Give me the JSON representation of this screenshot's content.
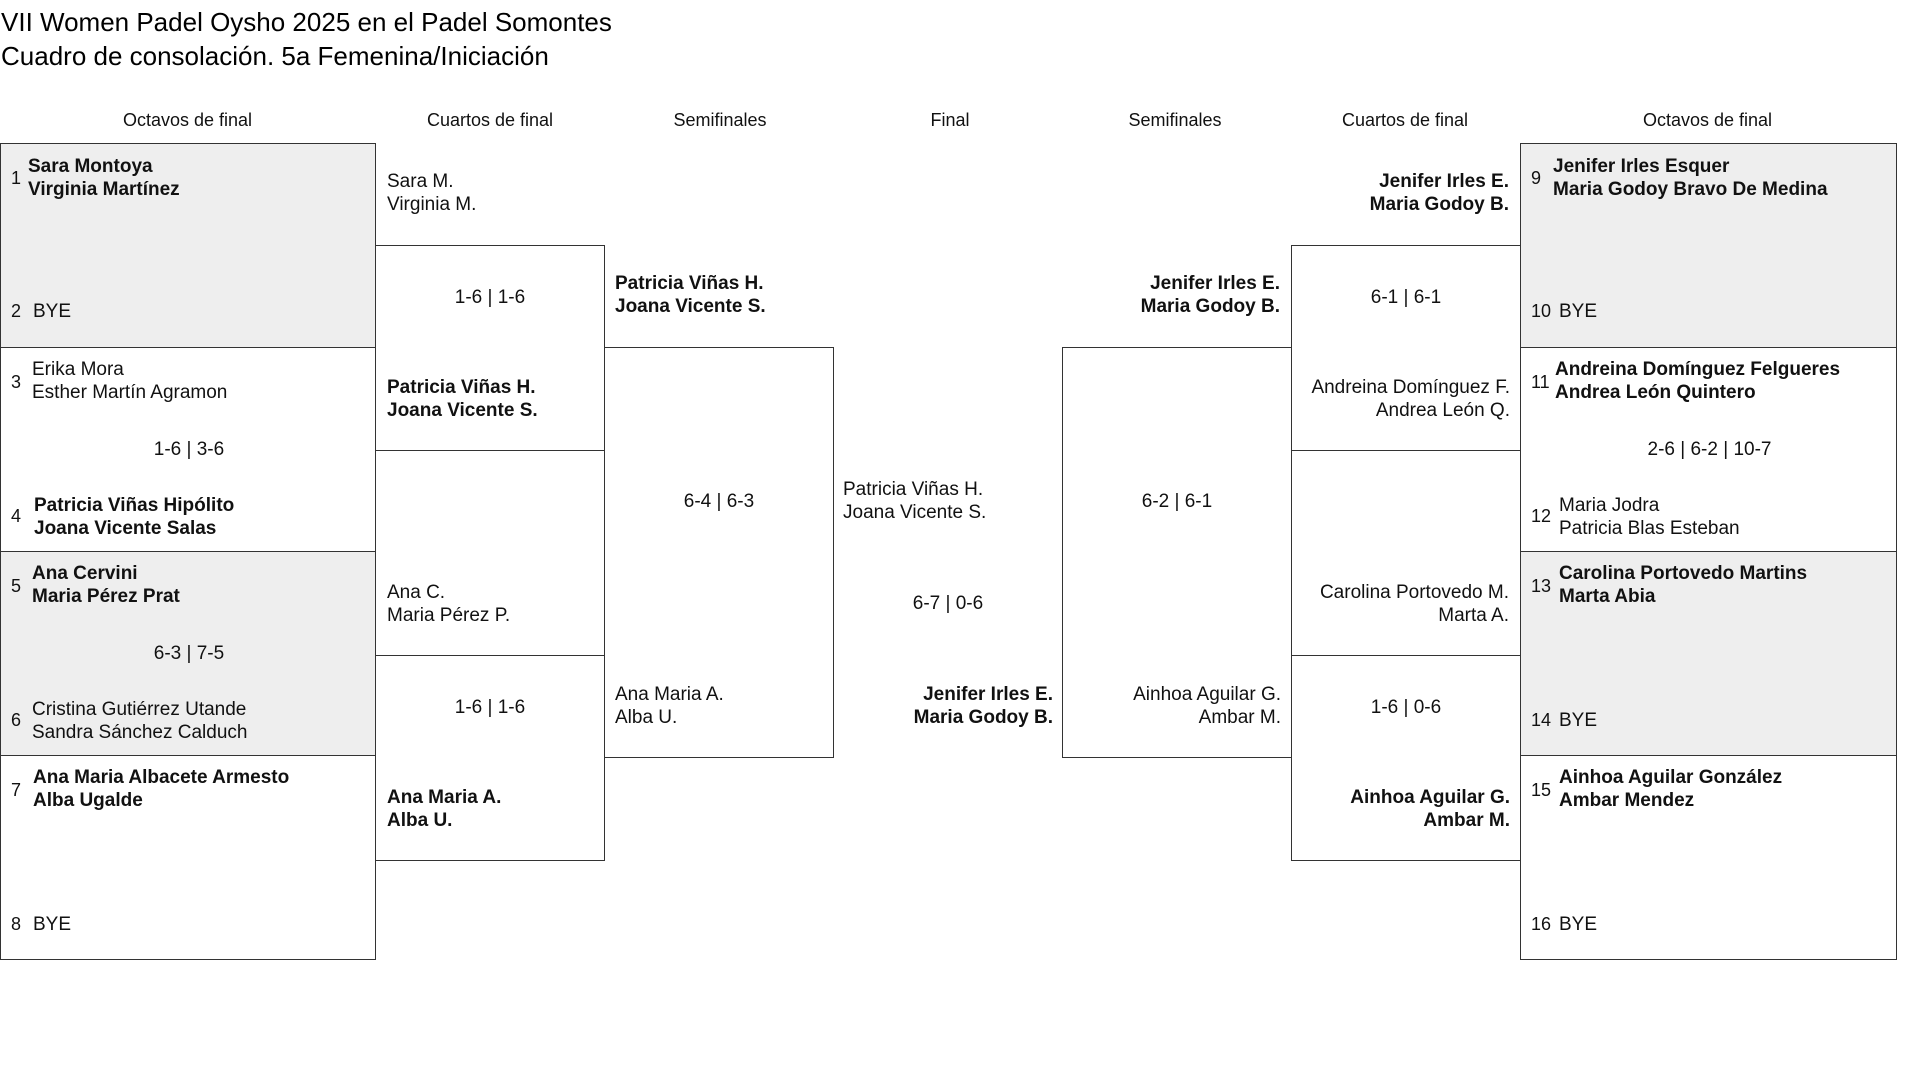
{
  "title": {
    "line1": "VII Women Padel Oysho 2025 en el Padel Somontes",
    "line2": "Cuadro de consolación. 5a Femenina/Iniciación"
  },
  "rounds": {
    "left_r16": "Octavos de final",
    "left_qf": "Cuartos de final",
    "left_sf": "Semifinales",
    "final": "Final",
    "right_sf": "Semifinales",
    "right_qf": "Cuartos de final",
    "right_r16": "Octavos de final"
  },
  "r16_left": [
    {
      "top": {
        "seed": "1",
        "p1": "Sara Montoya",
        "p2": "Virginia Martínez",
        "winner": true
      },
      "bottom": {
        "seed": "2",
        "p1": "BYE",
        "p2": "",
        "winner": false
      },
      "score": ""
    },
    {
      "top": {
        "seed": "3",
        "p1": "Erika Mora",
        "p2": "Esther Martín Agramon",
        "winner": false
      },
      "bottom": {
        "seed": "4",
        "p1": "Patricia Viñas Hipólito",
        "p2": "Joana Vicente Salas",
        "winner": true
      },
      "score": "1-6 | 3-6"
    },
    {
      "top": {
        "seed": "5",
        "p1": "Ana Cervini",
        "p2": "Maria Pérez Prat",
        "winner": true
      },
      "bottom": {
        "seed": "6",
        "p1": "Cristina Gutiérrez Utande",
        "p2": "Sandra Sánchez Calduch",
        "winner": false
      },
      "score": "6-3 | 7-5"
    },
    {
      "top": {
        "seed": "7",
        "p1": "Ana Maria Albacete Armesto",
        "p2": "Alba Ugalde",
        "winner": true
      },
      "bottom": {
        "seed": "8",
        "p1": "BYE",
        "p2": "",
        "winner": false
      },
      "score": ""
    }
  ],
  "r16_right": [
    {
      "top": {
        "seed": "9",
        "p1": "Jenifer Irles Esquer",
        "p2": "Maria Godoy Bravo De Medina",
        "winner": true
      },
      "bottom": {
        "seed": "10",
        "p1": "BYE",
        "p2": "",
        "winner": false
      },
      "score": ""
    },
    {
      "top": {
        "seed": "11",
        "p1": "Andreina Domínguez Felgueres",
        "p2": "Andrea León Quintero",
        "winner": true
      },
      "bottom": {
        "seed": "12",
        "p1": "Maria Jodra",
        "p2": "Patricia Blas Esteban",
        "winner": false
      },
      "score": "2-6 | 6-2 | 10-7"
    },
    {
      "top": {
        "seed": "13",
        "p1": "Carolina Portovedo Martins",
        "p2": "Marta Abia",
        "winner": true
      },
      "bottom": {
        "seed": "14",
        "p1": "BYE",
        "p2": "",
        "winner": false
      },
      "score": ""
    },
    {
      "top": {
        "seed": "15",
        "p1": "Ainhoa Aguilar González",
        "p2": "Ambar Mendez",
        "winner": true
      },
      "bottom": {
        "seed": "16",
        "p1": "BYE",
        "p2": "",
        "winner": false
      },
      "score": ""
    }
  ],
  "qf_left": [
    {
      "top": {
        "p1": "Sara M.",
        "p2": "Virginia M.",
        "winner": false
      },
      "bottom": {
        "p1": "Patricia Viñas H.",
        "p2": "Joana Vicente S.",
        "winner": true
      },
      "score": "1-6 | 1-6"
    },
    {
      "top": {
        "p1": "Ana C.",
        "p2": "Maria Pérez P.",
        "winner": false
      },
      "bottom": {
        "p1": "Ana Maria A.",
        "p2": "Alba U.",
        "winner": true
      },
      "score": "1-6 | 1-6"
    }
  ],
  "qf_right": [
    {
      "top": {
        "p1": "Jenifer Irles E.",
        "p2": "Maria Godoy B.",
        "winner": true
      },
      "bottom": {
        "p1": "Andreina Domínguez F.",
        "p2": "Andrea León Q.",
        "winner": false
      },
      "score": "6-1 | 6-1"
    },
    {
      "top": {
        "p1": "Carolina Portovedo M.",
        "p2": "Marta A.",
        "winner": false
      },
      "bottom": {
        "p1": "Ainhoa Aguilar G.",
        "p2": "Ambar M.",
        "winner": true
      },
      "score": "1-6 | 0-6"
    }
  ],
  "sf_left": {
    "top": {
      "p1": "Patricia Viñas H.",
      "p2": "Joana Vicente S.",
      "winner": true
    },
    "bottom": {
      "p1": "Ana Maria A.",
      "p2": "Alba U.",
      "winner": false
    },
    "score": "6-4 | 6-3"
  },
  "sf_right": {
    "top": {
      "p1": "Jenifer Irles E.",
      "p2": "Maria Godoy B.",
      "winner": true
    },
    "bottom": {
      "p1": "Ainhoa Aguilar G.",
      "p2": "Ambar M.",
      "winner": false
    },
    "score": "6-2 | 6-1"
  },
  "final": {
    "top": {
      "p1": "Patricia Viñas H.",
      "p2": "Joana Vicente S.",
      "winner": false
    },
    "bottom": {
      "p1": "Jenifer Irles E.",
      "p2": "Maria Godoy B.",
      "winner": true
    },
    "score": "6-7 | 0-6"
  },
  "colors": {
    "shaded_box": "#eeeeee",
    "border": "#333333",
    "text": "#111111"
  }
}
